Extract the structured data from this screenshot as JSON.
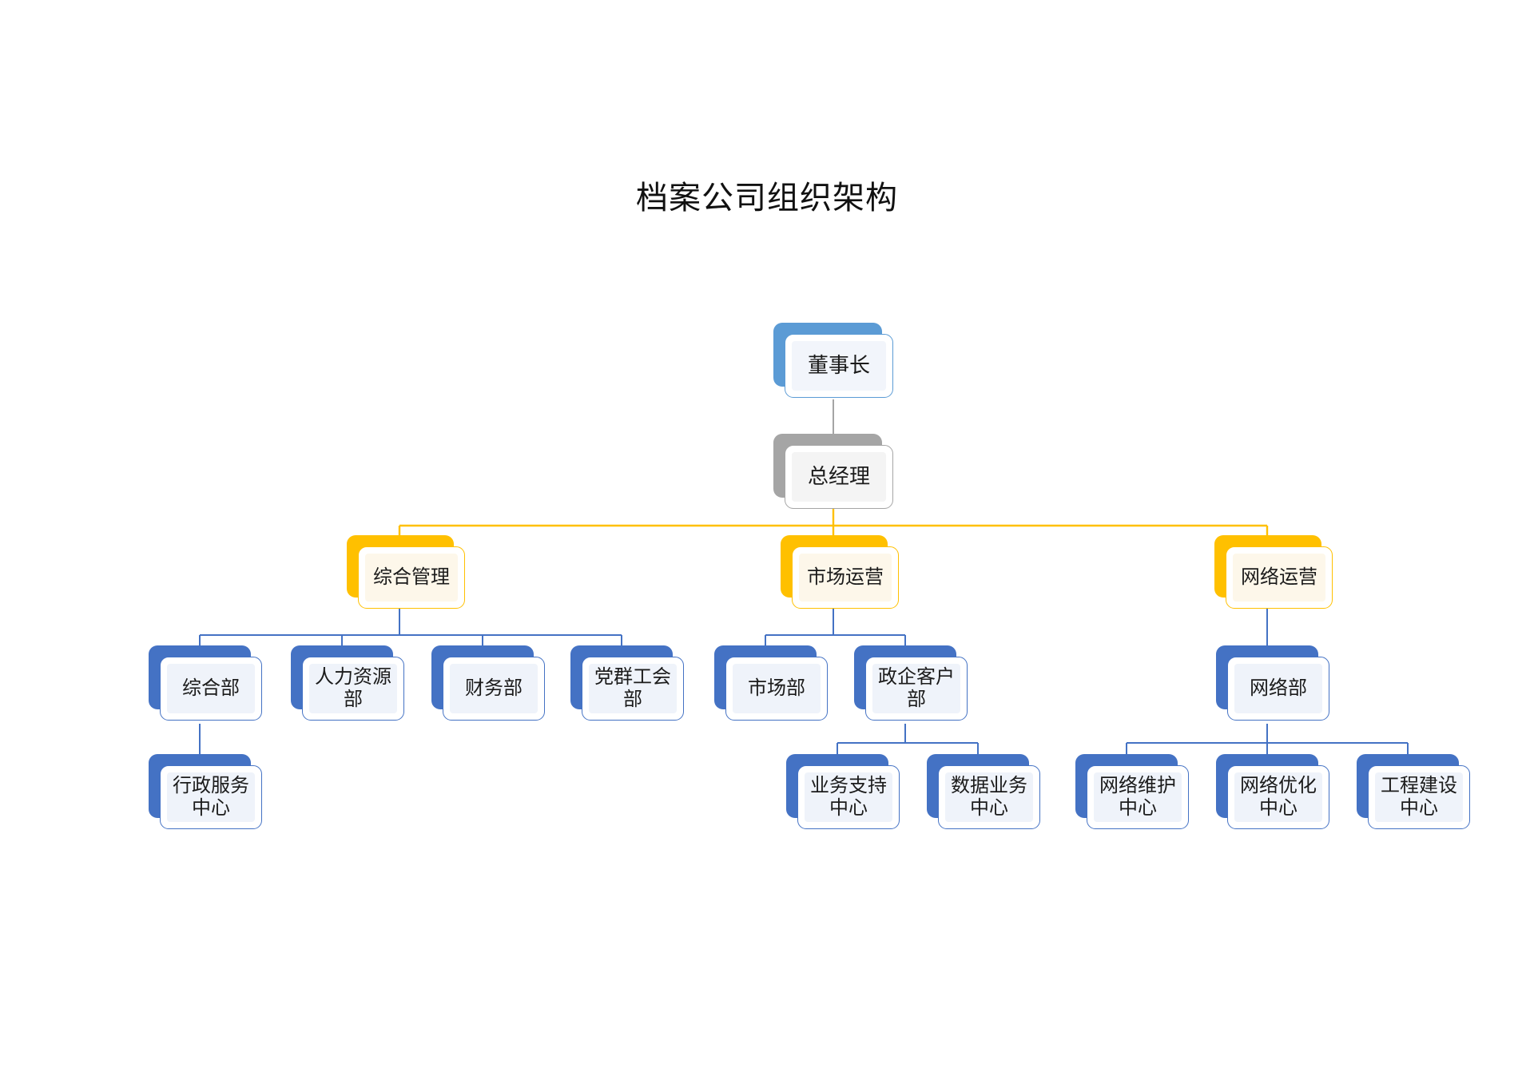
{
  "title": "档案公司组织架构",
  "theme": {
    "background": "#ffffff",
    "title_color": "#111111",
    "chairman_accent": "#5B9BD5",
    "manager_accent": "#A5A5A5",
    "division_accent": "#FFC000",
    "department_accent": "#4472C4",
    "connector_division": "#FFC000",
    "connector_department": "#4472C4"
  },
  "chart_data": {
    "type": "diagram",
    "subtype": "org-chart",
    "title": "档案公司组织架构",
    "levels": 5,
    "node_count": 17,
    "nodes": [
      {
        "id": "chairman",
        "label": "董事长",
        "level": 1,
        "parent": null,
        "style": "chairman"
      },
      {
        "id": "gm",
        "label": "总经理",
        "level": 2,
        "parent": "chairman",
        "style": "manager"
      },
      {
        "id": "div-admin",
        "label": "综合管理",
        "level": 3,
        "parent": "gm",
        "style": "division"
      },
      {
        "id": "div-market",
        "label": "市场运营",
        "level": 3,
        "parent": "gm",
        "style": "division"
      },
      {
        "id": "div-net",
        "label": "网络运营",
        "level": 3,
        "parent": "gm",
        "style": "division"
      },
      {
        "id": "dep-general",
        "label": "综合部",
        "level": 4,
        "parent": "div-admin",
        "style": "department"
      },
      {
        "id": "dep-hr",
        "label": "人力资源\n部",
        "level": 4,
        "parent": "div-admin",
        "style": "department"
      },
      {
        "id": "dep-fin",
        "label": "财务部",
        "level": 4,
        "parent": "div-admin",
        "style": "department"
      },
      {
        "id": "dep-party",
        "label": "党群工会\n部",
        "level": 4,
        "parent": "div-admin",
        "style": "department"
      },
      {
        "id": "dep-mkt",
        "label": "市场部",
        "level": 4,
        "parent": "div-market",
        "style": "department"
      },
      {
        "id": "dep-gov",
        "label": "政企客户\n部",
        "level": 4,
        "parent": "div-market",
        "style": "department"
      },
      {
        "id": "dep-network",
        "label": "网络部",
        "level": 4,
        "parent": "div-net",
        "style": "department"
      },
      {
        "id": "ctr-admin",
        "label": "行政服务\n中心",
        "level": 5,
        "parent": "dep-general",
        "style": "department"
      },
      {
        "id": "ctr-biz",
        "label": "业务支持\n中心",
        "level": 5,
        "parent": "dep-gov",
        "style": "department"
      },
      {
        "id": "ctr-data",
        "label": "数据业务\n中心",
        "level": 5,
        "parent": "dep-gov",
        "style": "department"
      },
      {
        "id": "ctr-maint",
        "label": "网络维护\n中心",
        "level": 5,
        "parent": "dep-network",
        "style": "department"
      },
      {
        "id": "ctr-opt",
        "label": "网络优化\n中心",
        "level": 5,
        "parent": "dep-network",
        "style": "department"
      },
      {
        "id": "ctr-eng",
        "label": "工程建设\n中心",
        "level": 5,
        "parent": "dep-network",
        "style": "department"
      }
    ]
  },
  "nodes": {
    "chairman": {
      "label": "董事长"
    },
    "gm": {
      "label": "总经理"
    },
    "div_admin": {
      "label": "综合管理"
    },
    "div_market": {
      "label": "市场运营"
    },
    "div_net": {
      "label": "网络运营"
    },
    "dep_general": {
      "label": "综合部"
    },
    "dep_hr": {
      "label": "人力资源\n部"
    },
    "dep_fin": {
      "label": "财务部"
    },
    "dep_party": {
      "label": "党群工会\n部"
    },
    "dep_mkt": {
      "label": "市场部"
    },
    "dep_gov": {
      "label": "政企客户\n部"
    },
    "dep_network": {
      "label": "网络部"
    },
    "ctr_admin": {
      "label": "行政服务\n中心"
    },
    "ctr_biz": {
      "label": "业务支持\n中心"
    },
    "ctr_data": {
      "label": "数据业务\n中心"
    },
    "ctr_maint": {
      "label": "网络维护\n中心"
    },
    "ctr_opt": {
      "label": "网络优化\n中心"
    },
    "ctr_eng": {
      "label": "工程建设\n中心"
    }
  }
}
